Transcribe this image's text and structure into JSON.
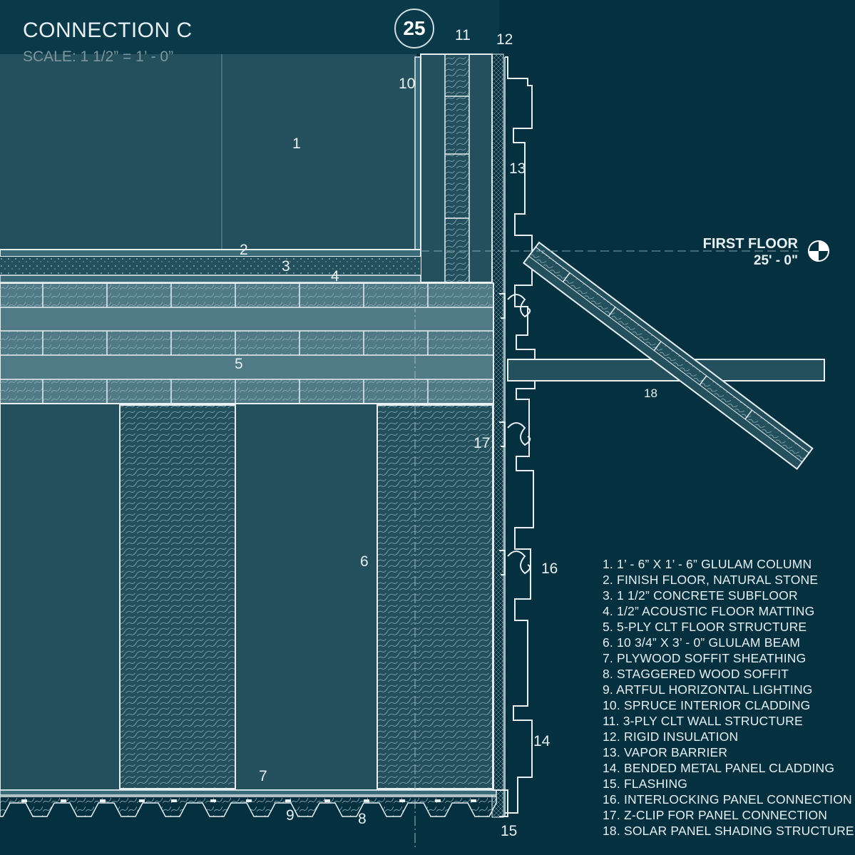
{
  "header": {
    "title": "CONNECTION C",
    "scale": "SCALE: 1 1/2” = 1’ - 0”",
    "sheet_number": "25"
  },
  "level_marker": {
    "name": "FIRST FLOOR",
    "elevation": "25' - 0\""
  },
  "callouts": [
    "1",
    "2",
    "3",
    "4",
    "5",
    "6",
    "7",
    "8",
    "9",
    "10",
    "11",
    "12",
    "13",
    "14",
    "15",
    "16",
    "17",
    "18"
  ],
  "legend": [
    "1.  1’ - 6” X 1’ - 6” GLULAM COLUMN",
    "2.  FINISH FLOOR, NATURAL STONE",
    "3.  1 1/2” CONCRETE SUBFLOOR",
    "4.  1/2” ACOUSTIC FLOOR MATTING",
    "5.  5-PLY CLT FLOOR STRUCTURE",
    "6.  10 3/4” X 3’ - 0” GLULAM BEAM",
    "7.  PLYWOOD SOFFIT SHEATHING",
    "8.  STAGGERED WOOD SOFFIT",
    "9.  ARTFUL HORIZONTAL LIGHTING",
    "10.  SPRUCE INTERIOR CLADDING",
    "11.  3-PLY CLT WALL STRUCTURE",
    "12.  RIGID INSULATION",
    "13.  VAPOR BARRIER",
    "14.  BENDED METAL PANEL CLADDING",
    "15.  FLASHING",
    "16.  INTERLOCKING PANEL CONNECTION",
    "17.  Z-CLIP FOR PANEL CONNECTION",
    "18.  SOLAR PANEL SHADING STRUCTURE"
  ],
  "colors": {
    "background": "#04303f",
    "fill": "#24505e",
    "fill_light": "#3a6a78",
    "line": "#e8f0f2"
  }
}
